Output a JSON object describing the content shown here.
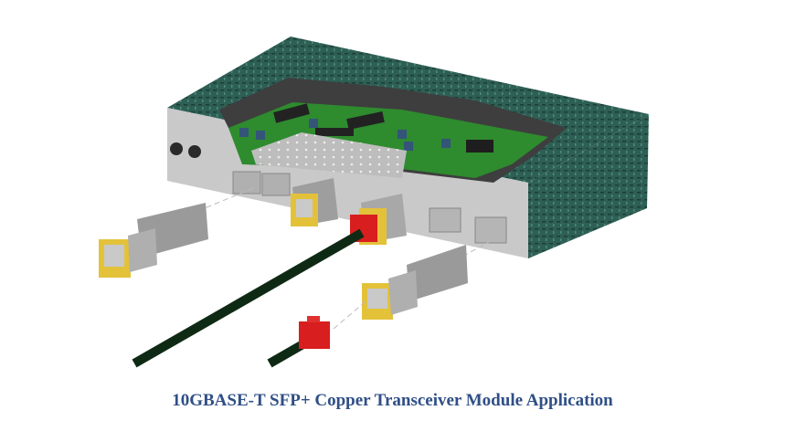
{
  "figure": {
    "caption": "10GBASE-T SFP+ Copper Transceiver Module Application",
    "caption_color": "#2F4F86"
  },
  "components": {
    "enclosure": {
      "label": "switch-enclosure",
      "color": "#2E5F55"
    },
    "front_panel": {
      "color": "#C8C8C8"
    },
    "pcb": {
      "color": "#2E8B2E"
    },
    "sfp_cage_ports": 5,
    "modules": [
      {
        "name": "sfp-module-detached-left"
      },
      {
        "name": "sfp-module-inserted-1"
      },
      {
        "name": "sfp-module-inserted-2-with-cable"
      },
      {
        "name": "sfp-module-detached-right"
      }
    ],
    "rj45_plug_color": "#D81E1E",
    "cable_color": "#0F2A14",
    "module_latch_color": "#E3C23A"
  }
}
